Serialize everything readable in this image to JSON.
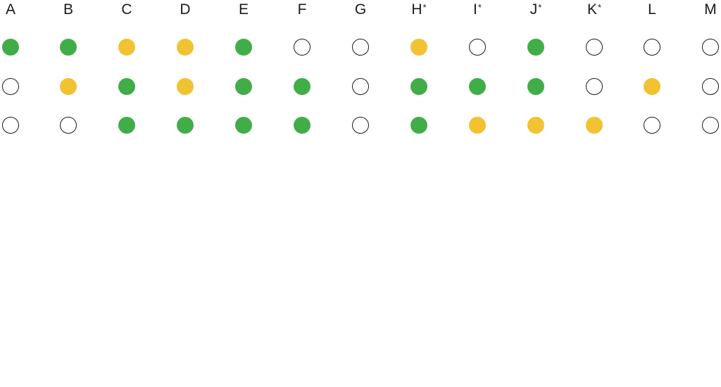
{
  "colors": {
    "green": "#41ad49",
    "yellow": "#f1c232",
    "empty": "#ffffff",
    "outline": "#1a1a1a"
  },
  "columns": [
    {
      "label": "A",
      "mark": "",
      "states": [
        "green",
        "empty",
        "empty"
      ]
    },
    {
      "label": "B",
      "mark": "",
      "states": [
        "green",
        "yellow",
        "empty"
      ]
    },
    {
      "label": "C",
      "mark": "",
      "states": [
        "yellow",
        "green",
        "green"
      ]
    },
    {
      "label": "D",
      "mark": "",
      "states": [
        "yellow",
        "yellow",
        "green"
      ]
    },
    {
      "label": "E",
      "mark": "",
      "states": [
        "green",
        "green",
        "green"
      ]
    },
    {
      "label": "F",
      "mark": "",
      "states": [
        "empty",
        "green",
        "green"
      ]
    },
    {
      "label": "G",
      "mark": "",
      "states": [
        "empty",
        "empty",
        "empty"
      ]
    },
    {
      "label": "H",
      "mark": "*",
      "states": [
        "yellow",
        "green",
        "green"
      ]
    },
    {
      "label": "I",
      "mark": "*",
      "states": [
        "empty",
        "green",
        "yellow"
      ]
    },
    {
      "label": "J",
      "mark": "*",
      "states": [
        "green",
        "green",
        "yellow"
      ]
    },
    {
      "label": "K",
      "mark": "*",
      "states": [
        "empty",
        "empty",
        "yellow"
      ]
    },
    {
      "label": "L",
      "mark": "",
      "states": [
        "empty",
        "yellow",
        "empty"
      ]
    },
    {
      "label": "M",
      "mark": "",
      "states": [
        "empty",
        "empty",
        "empty"
      ]
    }
  ]
}
